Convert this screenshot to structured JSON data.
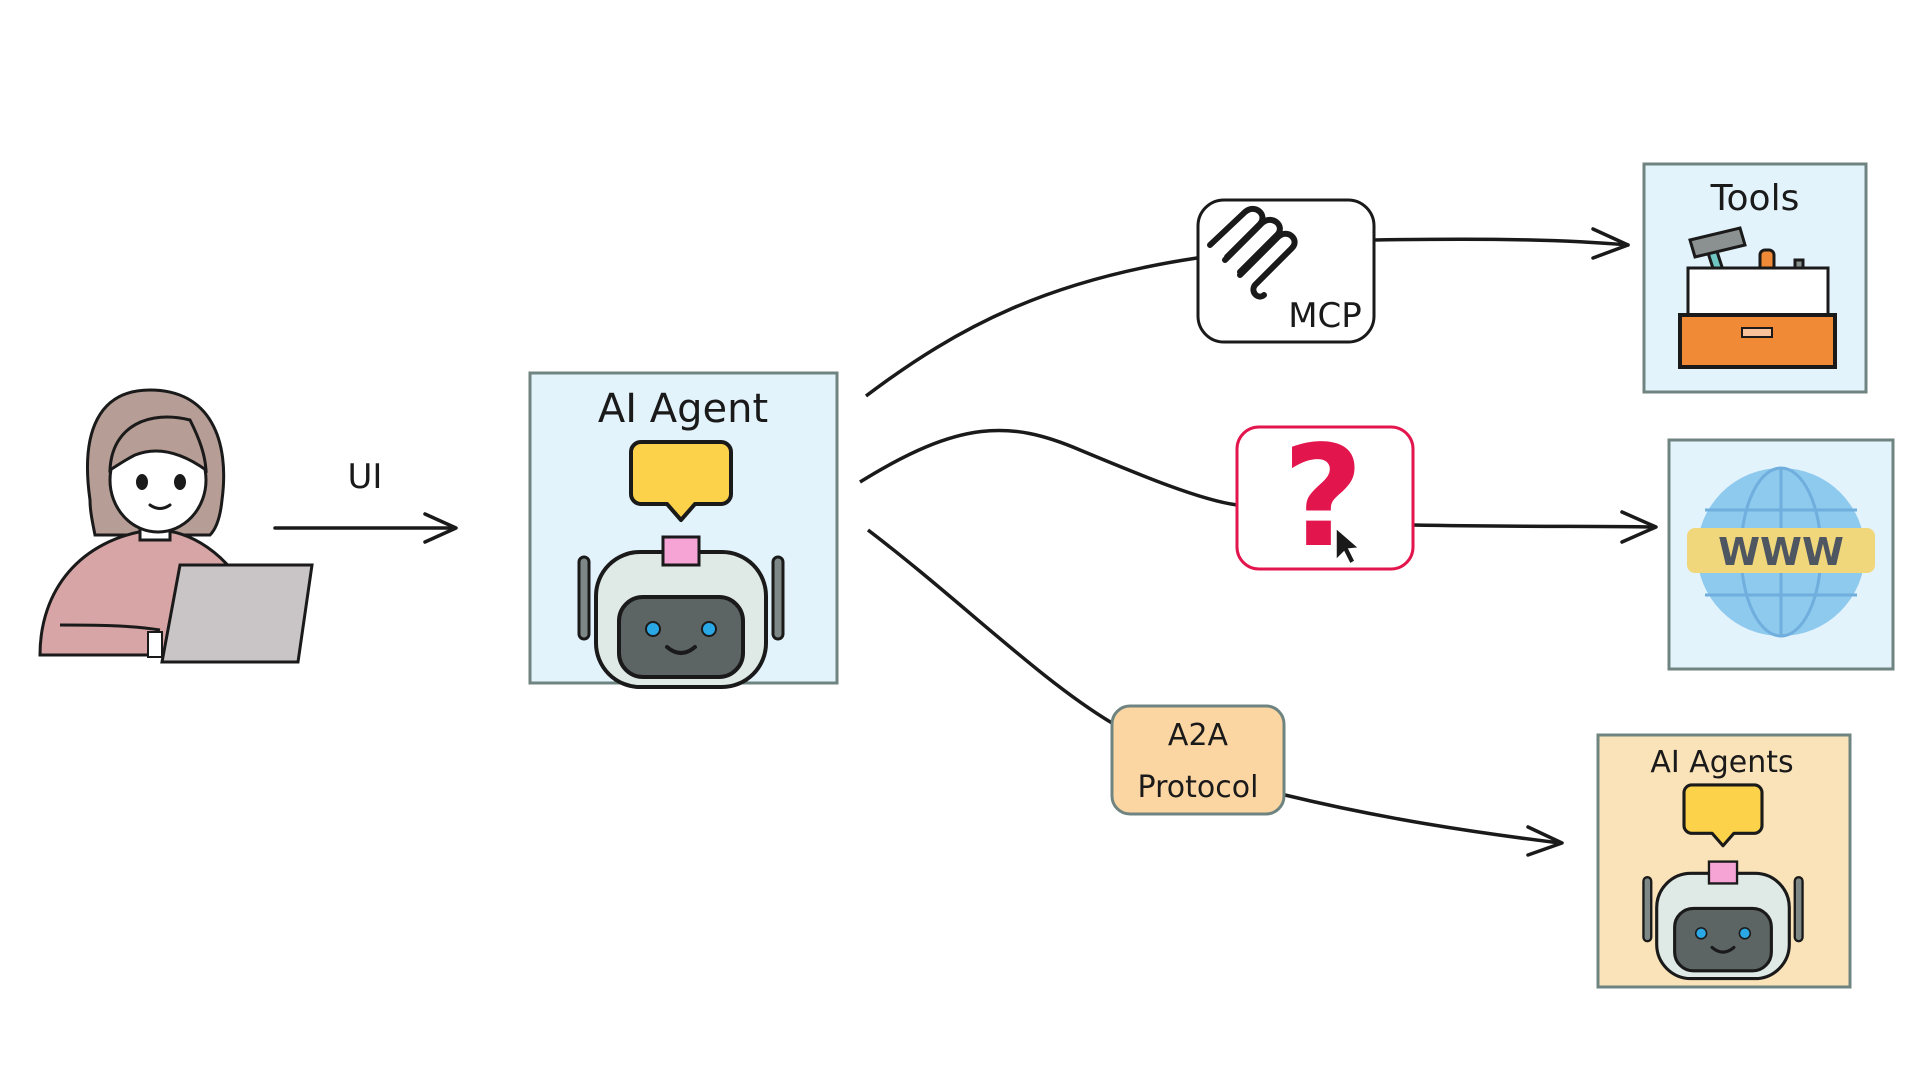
{
  "ui_label": "UI",
  "agent": {
    "title": "AI Agent"
  },
  "mcp": {
    "label": "MCP"
  },
  "unknown": {
    "symbol": "?"
  },
  "a2a": {
    "line1": "A2A",
    "line2": "Protocol"
  },
  "tools": {
    "title": "Tools"
  },
  "web": {
    "text": "WWW"
  },
  "agents": {
    "title": "AI Agents"
  },
  "colors": {
    "box_blue": "#e3f3fc",
    "box_border": "#6f8480",
    "box_peach": "#fae3b9",
    "a2a_fill": "#fbd6a3",
    "question_red": "#e3154d",
    "bubble_yellow": "#fdd24b",
    "robot_gray": "#5d6464",
    "robot_pink": "#f6a4d6",
    "eye_blue": "#2aa8e6",
    "hair": "#b69d95",
    "sweater": "#d7a5a5",
    "laptop": "#c9c4c6",
    "toolbox_orange": "#f08a36",
    "globe_blue": "#8ec9ee",
    "band_yellow": "#f1d77b"
  },
  "icons": {
    "user": "woman-with-laptop-icon",
    "robot": "robot-icon",
    "speech": "speech-bubble-icon",
    "mcp": "mcp-logo-icon",
    "toolbox": "toolbox-icon",
    "globe": "globe-www-icon",
    "cursor": "mouse-cursor-icon"
  }
}
